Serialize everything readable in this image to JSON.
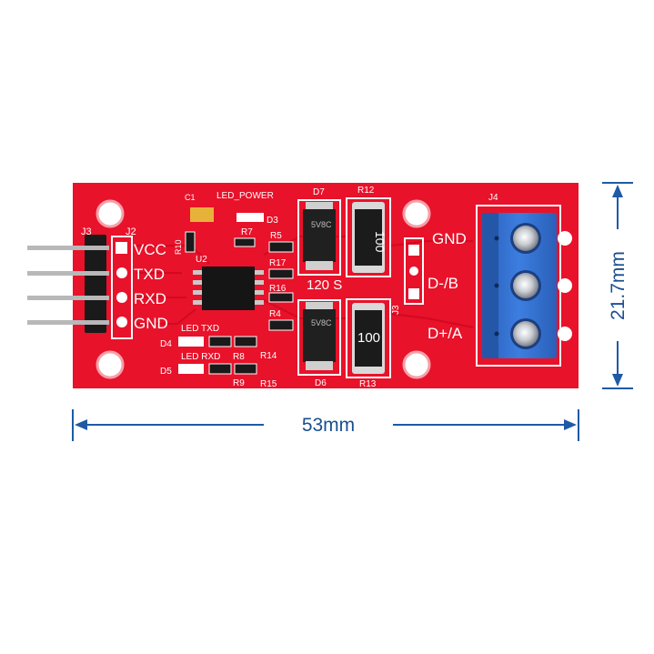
{
  "dimensions": {
    "width_label": "53mm",
    "height_label": "21.7mm",
    "line_color": "#1f5aa6"
  },
  "colors": {
    "pcb": "#e8122a",
    "terminal": "#2f6fcf",
    "silkscreen": "#ffffff",
    "header": "#1a1a1a",
    "pins": "#b8b8b8"
  },
  "board": {
    "left_header": {
      "ref": "J3",
      "pins": [
        "VCC",
        "TXD",
        "RXD",
        "GND"
      ]
    },
    "j2_label": "J2",
    "terminal": {
      "ref": "J4",
      "labels": [
        "GND",
        "D-/B",
        "D+/A"
      ]
    },
    "j3_right_label": "J3",
    "label_120": "120 S",
    "top_labels": {
      "c1": "C1",
      "led_power": "LED_POWER",
      "d3": "D3",
      "d7": "D7",
      "r12": "R12",
      "r10": "R10",
      "r7": "R7",
      "r5": "R5",
      "r17": "R17",
      "r16": "R16",
      "r4": "R4",
      "u2": "U2"
    },
    "bottom_labels": {
      "d4": "D4",
      "d5": "D5",
      "led_txd": "LED TXD",
      "led_rxd": "LED RXD",
      "r8": "R8",
      "r14": "R14",
      "r9": "R9",
      "r15": "R15",
      "d6": "D6",
      "r13": "R13"
    },
    "resistor_top_value": "100",
    "resistor_bottom_value": "100",
    "diode_marking": "5V8C"
  }
}
